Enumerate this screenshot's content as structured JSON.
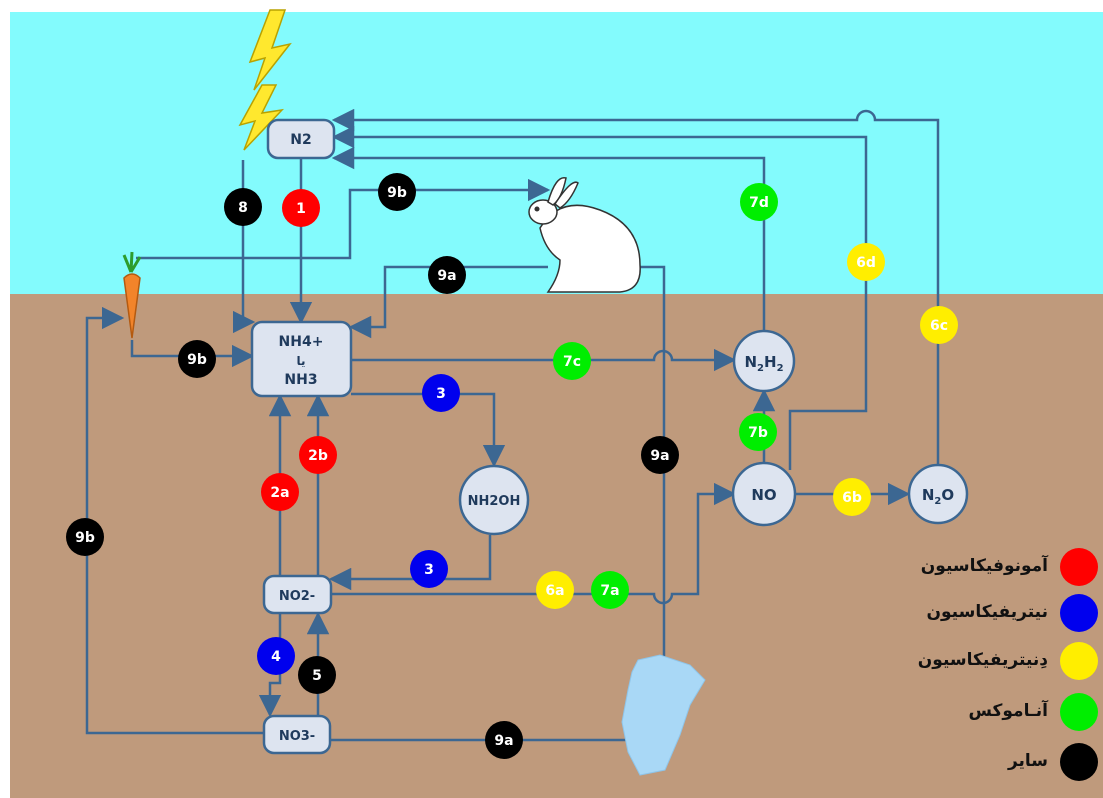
{
  "nodes": {
    "n2": "N2",
    "nh4": {
      "line1": "NH4+",
      "line2": "يا",
      "line3": "NH3"
    },
    "nh2oh": "NH2OH",
    "no2": "NO2-",
    "no3": "NO3-",
    "n2h2": {
      "base": "N",
      "sub1": "2",
      "mid": "H",
      "sub2": "2"
    },
    "no": "NO",
    "n2o": {
      "base": "N",
      "sub": "2",
      "tail": "O"
    }
  },
  "processes": [
    {
      "id": "1",
      "label": "1",
      "type": "ammonification"
    },
    {
      "id": "2a",
      "label": "2a",
      "type": "ammonification"
    },
    {
      "id": "2b",
      "label": "2b",
      "type": "ammonification"
    },
    {
      "id": "3-top",
      "label": "3",
      "type": "nitrification"
    },
    {
      "id": "3-bottom",
      "label": "3",
      "type": "nitrification"
    },
    {
      "id": "4",
      "label": "4",
      "type": "nitrification"
    },
    {
      "id": "5",
      "label": "5",
      "type": "other"
    },
    {
      "id": "6a",
      "label": "6a",
      "type": "denitrification"
    },
    {
      "id": "6b",
      "label": "6b",
      "type": "denitrification"
    },
    {
      "id": "6c",
      "label": "6c",
      "type": "denitrification"
    },
    {
      "id": "6d",
      "label": "6d",
      "type": "denitrification"
    },
    {
      "id": "7a",
      "label": "7a",
      "type": "anammox"
    },
    {
      "id": "7b",
      "label": "7b",
      "type": "anammox"
    },
    {
      "id": "7c",
      "label": "7c",
      "type": "anammox"
    },
    {
      "id": "7d",
      "label": "7d",
      "type": "anammox"
    },
    {
      "id": "8",
      "label": "8",
      "type": "other"
    },
    {
      "id": "9a-top",
      "label": "9a",
      "type": "other"
    },
    {
      "id": "9a-mid",
      "label": "9a",
      "type": "other"
    },
    {
      "id": "9a-bottom",
      "label": "9a",
      "type": "other"
    },
    {
      "id": "9b-top",
      "label": "9b",
      "type": "other"
    },
    {
      "id": "9b-left",
      "label": "9b",
      "type": "other"
    },
    {
      "id": "9b-side",
      "label": "9b",
      "type": "other"
    }
  ],
  "legend": [
    {
      "type": "ammonification",
      "label": "آمونوفيکاسيون",
      "color": "#ff0000"
    },
    {
      "type": "nitrification",
      "label": "نيتريفيکاسيون",
      "color": "#0000ee"
    },
    {
      "type": "denitrification",
      "label": "دِنيتريفيکاسيون",
      "color": "#ffee00"
    },
    {
      "type": "anammox",
      "label": "آنـاموکس",
      "color": "#00ee00"
    },
    {
      "type": "other",
      "label": "ساير",
      "color": "#000000"
    }
  ],
  "colors": {
    "sky": "#83fbfd",
    "soil": "#bf9a7c",
    "line": "#3c6792",
    "node_fill": "#dde4f0",
    "node_stroke": "#3c6792",
    "water": "#a9d8f6",
    "lightning": "#ffe82e"
  },
  "icons": [
    "lightning-icon",
    "carrot-icon",
    "rabbit-icon",
    "water-pool-icon"
  ]
}
